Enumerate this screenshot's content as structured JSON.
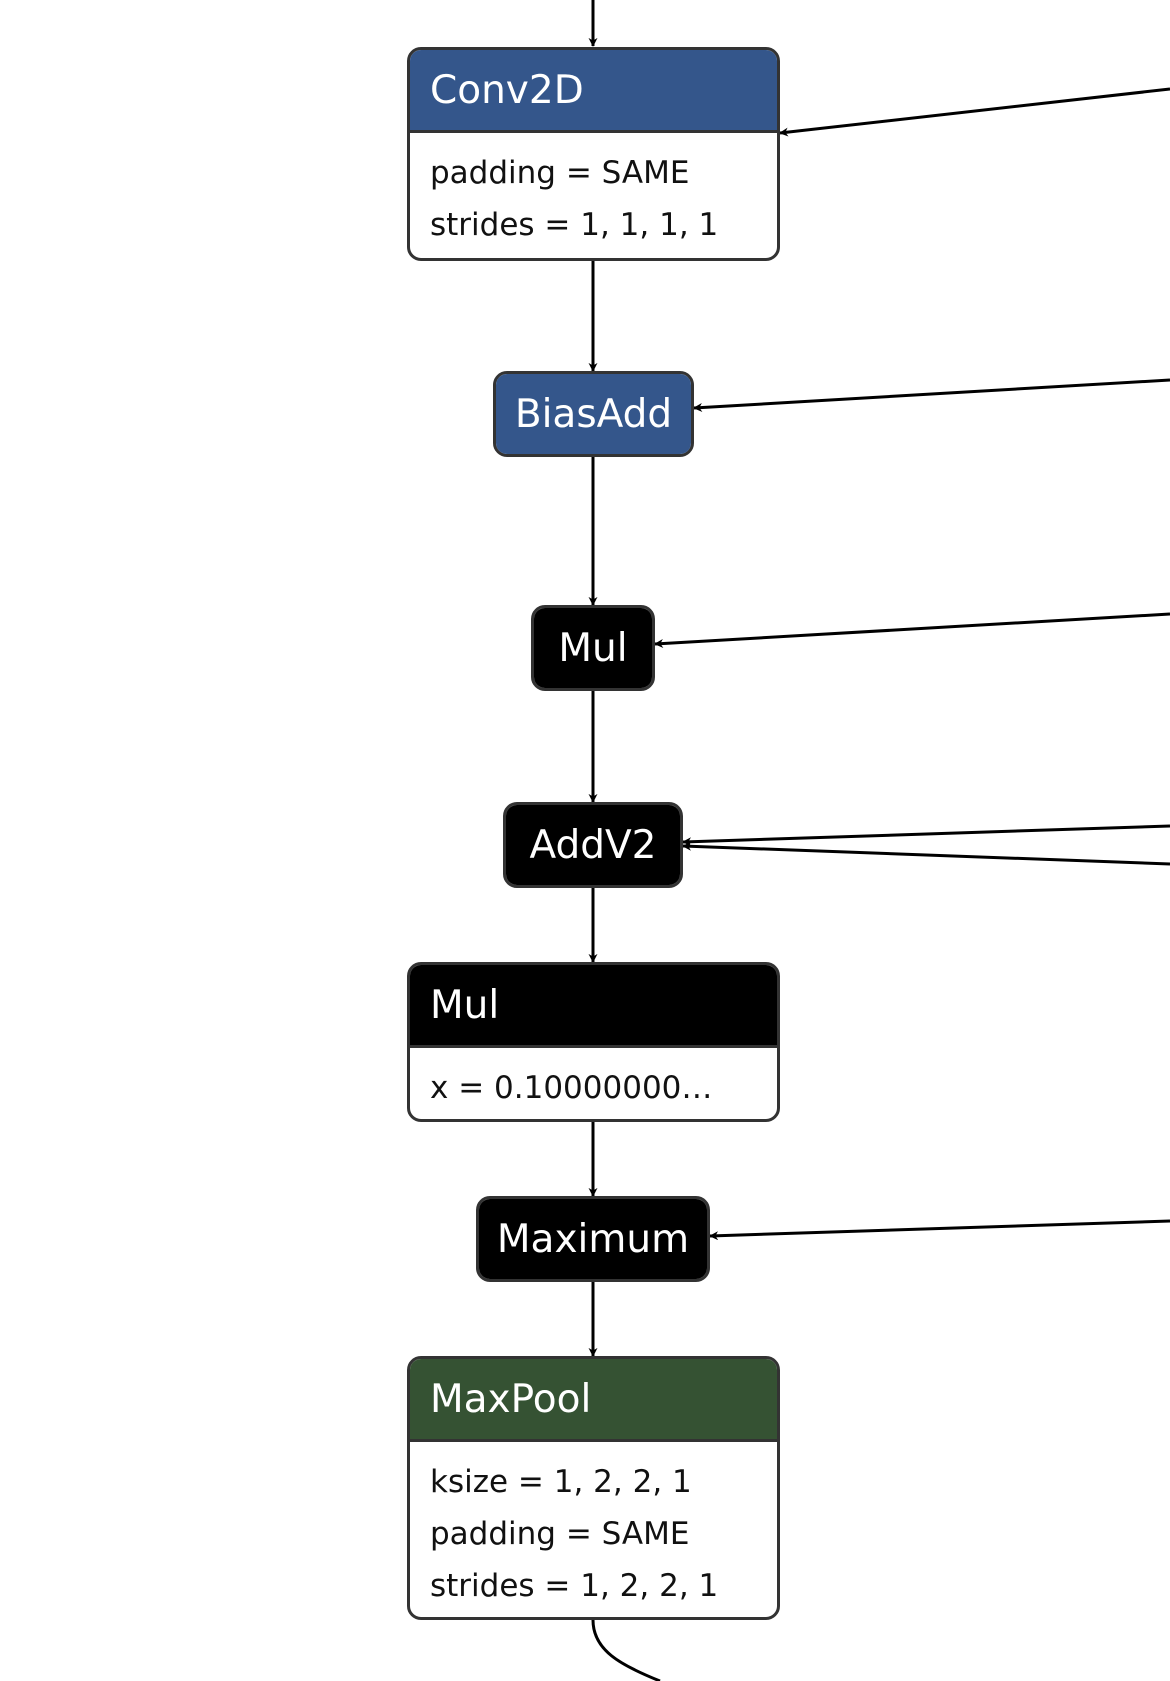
{
  "colors": {
    "conv": "#34568b",
    "math": "#000000",
    "pool": "#355233",
    "border": "#333333",
    "edge": "#000000"
  },
  "nodes": [
    {
      "id": "conv2d",
      "title": "Conv2D",
      "kind": "conv",
      "attrs": [
        "padding = SAME",
        "strides = 1, 1, 1, 1"
      ]
    },
    {
      "id": "biasadd",
      "title": "BiasAdd",
      "kind": "conv",
      "attrs": []
    },
    {
      "id": "mul",
      "title": "Mul",
      "kind": "math",
      "attrs": []
    },
    {
      "id": "addv2",
      "title": "AddV2",
      "kind": "math",
      "attrs": []
    },
    {
      "id": "mul2",
      "title": "Mul",
      "kind": "math",
      "attrs": [
        "x = 0.10000000…"
      ]
    },
    {
      "id": "maximum",
      "title": "Maximum",
      "kind": "math",
      "attrs": []
    },
    {
      "id": "maxpool",
      "title": "MaxPool",
      "kind": "pool",
      "attrs": [
        "ksize = 1, 2, 2, 1",
        "padding = SAME",
        "strides = 1, 2, 2, 1"
      ]
    }
  ]
}
